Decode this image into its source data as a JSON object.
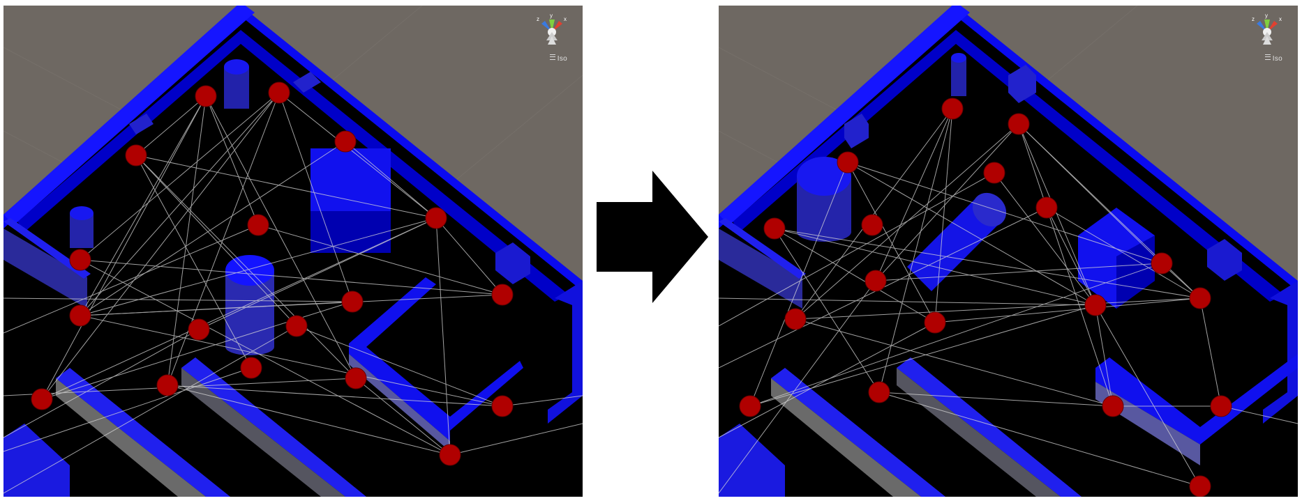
{
  "gizmo": {
    "axis_z": "z",
    "axis_y": "y",
    "axis_x": "x"
  },
  "projection_label": "Iso",
  "colors": {
    "background": "#6e6862",
    "floor": "#000000",
    "wall": "#0a0af0",
    "obstacle": "#1010e6",
    "node": "#b00000",
    "edge": "#d8d8d8"
  }
}
